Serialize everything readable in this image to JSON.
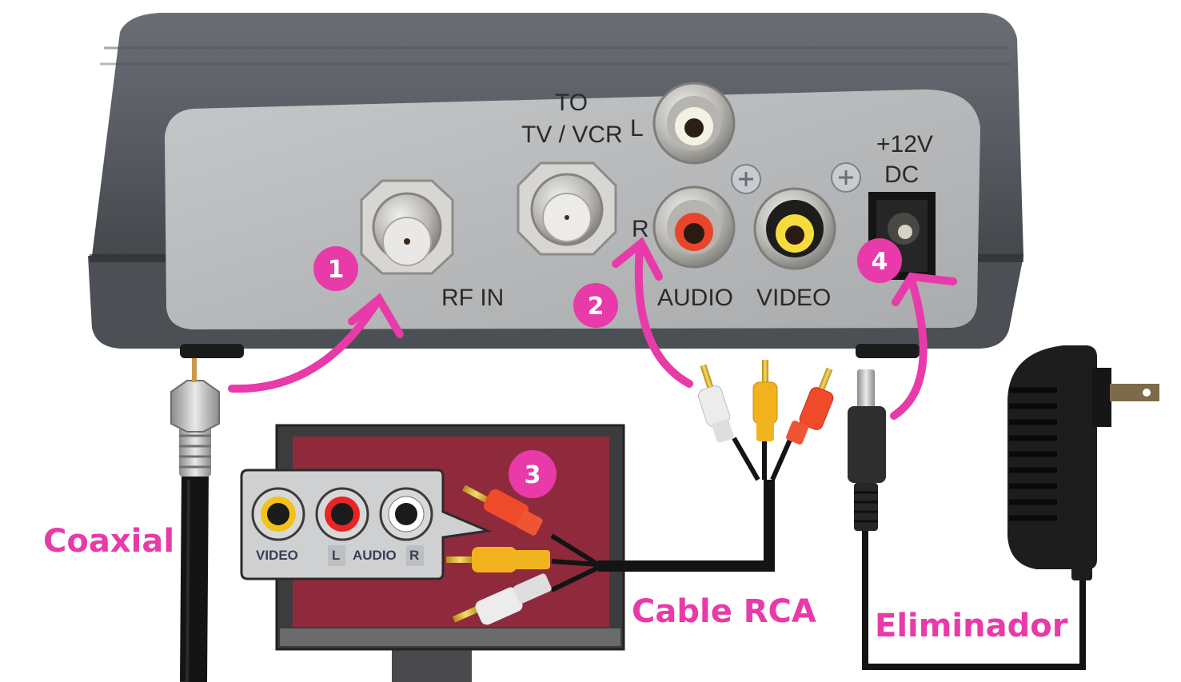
{
  "diagram": {
    "title": "Conexión de decodificador a TV",
    "colors": {
      "accent": "#e83aa8",
      "device_body": "#5d6167",
      "device_panel": "#b9bbbd",
      "tv_screen": "#8e2a3c",
      "tv_frame": "#3b3c3e",
      "rca_white": "#e8e8e8",
      "rca_yellow": "#f2b21c",
      "rca_red": "#ef4a2a"
    },
    "device_panel": {
      "rf_in_label": "RF IN",
      "to_label": "TO",
      "tv_vcr_label": "TV / VCR",
      "audio_left_label": "L",
      "audio_right_label": "R",
      "audio_label": "AUDIO",
      "video_label": "VIDEO",
      "power_voltage_label": "+12V",
      "power_type_label": "DC"
    },
    "tv_panel": {
      "video_label": "VIDEO",
      "left_label": "L",
      "audio_label": "AUDIO",
      "right_label": "R"
    },
    "steps": [
      {
        "number": "1",
        "target": "RF IN"
      },
      {
        "number": "2",
        "target": "AUDIO / VIDEO"
      },
      {
        "number": "3",
        "target": "TV"
      },
      {
        "number": "4",
        "target": "+12V DC"
      }
    ],
    "labels": {
      "coaxial": "Coaxial",
      "rca_cable": "Cable RCA",
      "power_adapter": "Eliminador"
    }
  }
}
